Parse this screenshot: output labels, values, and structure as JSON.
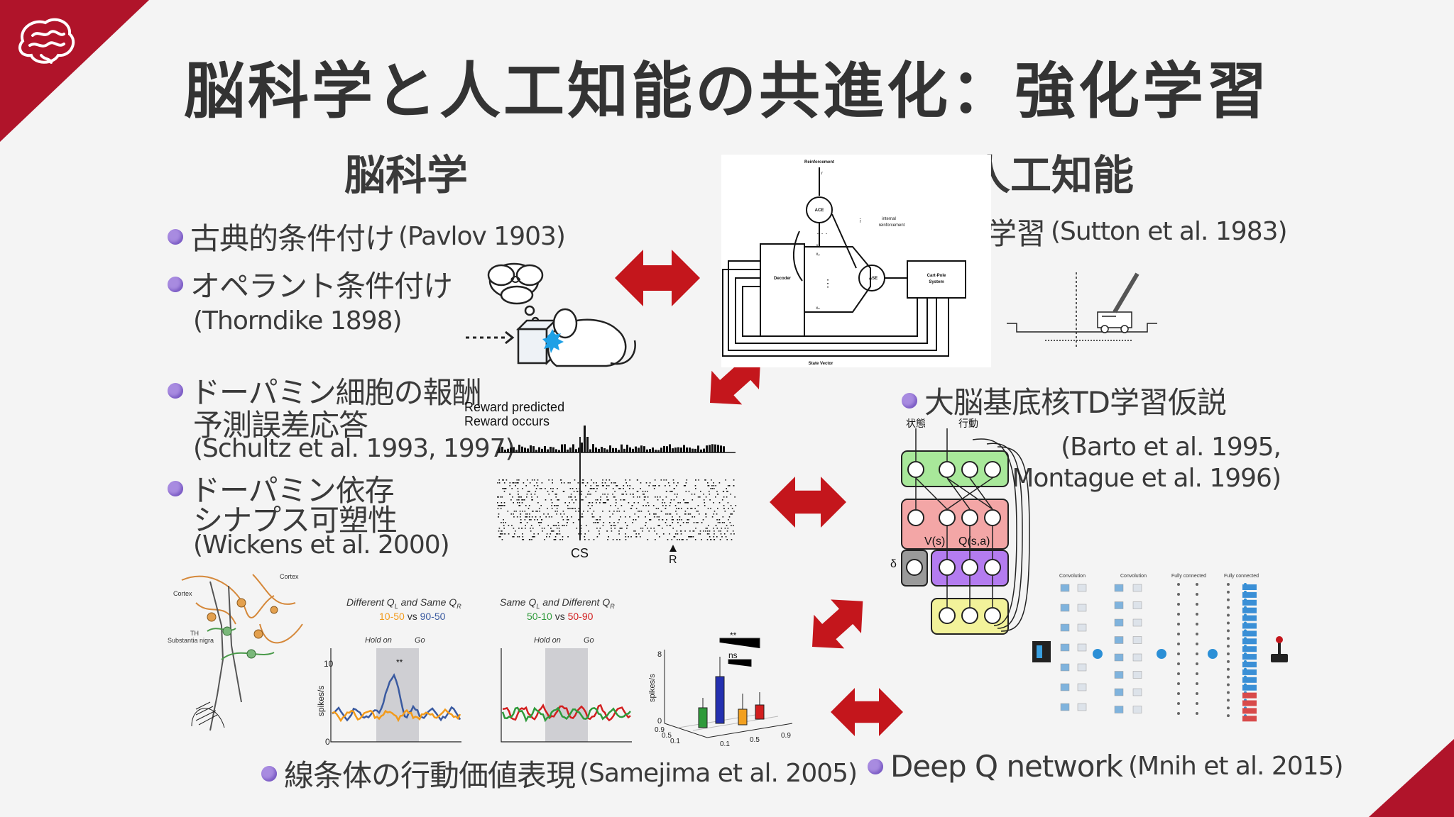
{
  "slide": {
    "title": "脳科学と人工知能の共進化：強化学習",
    "left_heading": "脳科学",
    "right_heading": "人工知能"
  },
  "left": {
    "b1": {
      "text": "古典的条件付け",
      "cite": "(Pavlov 1903)"
    },
    "b2": {
      "text": "オペラント条件付け",
      "cite": "(Thorndike 1898)"
    },
    "b3": {
      "line1": "ドーパミン細胞の報酬",
      "line2": "予測誤差応答",
      "cite": "(Schultz et al. 1993, 1997)"
    },
    "b4": {
      "line1": "ドーパミン依存",
      "line2": "シナプス可塑性",
      "cite": "(Wickens et al. 2000)"
    },
    "b5": {
      "text": "線条体の行動価値表現",
      "cite": "(Samejima et al. 2005)"
    }
  },
  "right": {
    "b1": {
      "text": "TD学習",
      "cite": "(Sutton et al. 1983)"
    },
    "b2": {
      "text": "大脳基底核TD学習仮説",
      "cite1": "(Barto et al. 1995,",
      "cite2": "Montague et al. 1996)"
    },
    "b3": {
      "text": "Deep Q network",
      "cite": "(Mnih et al. 2015)"
    }
  },
  "raster": {
    "label1": "Reward predicted",
    "label2": "Reward occurs",
    "cs": "CS",
    "r": "R"
  },
  "ace_diagram": {
    "reinforcement": "Reinforcement",
    "r": "r",
    "ace": "ACE",
    "ase": "ASE",
    "internal": "internal",
    "reinforcement2": "reinforcement",
    "r_hat": "r̂",
    "decoder": "Decoder",
    "cartpole1": "Cart-Pole",
    "cartpole2": "System",
    "state_vector": "State Vector",
    "x1": "x₁",
    "x2": "x₂",
    "xn": "xₙ",
    "dots": "· · ·",
    "vdots": "⋮"
  },
  "bg_diagram": {
    "state": "状態",
    "action": "行動",
    "v": "V(s)",
    "q": "Q(s,a)",
    "delta": "δ"
  },
  "dqn": {
    "conv1": "Convolution",
    "conv2": "Convolution",
    "fc1": "Fully connected",
    "fc2": "Fully connected"
  },
  "plots": {
    "p1_title": "Different Q",
    "p1_sub": "L",
    "p1_title2": " and Same Q",
    "p1_sub2": "R",
    "p1_legend_a": "10-50",
    "p1_vs": " vs ",
    "p1_legend_b": "90-50",
    "p2_title": "Same Q",
    "p2_sub": "L",
    "p2_title2": "  and Different Q",
    "p2_sub2": "R",
    "p2_legend_a": "50-10",
    "p2_vs": " vs ",
    "p2_legend_b": "50-90",
    "hold_on": "Hold on",
    "go": "Go",
    "ylabel": "spikes/s",
    "y10": "10",
    "y0": "0",
    "sig": "**",
    "ns": "ns",
    "bar_y8": "8",
    "bar_y0": "0",
    "bar_x1": "0.9",
    "bar_x2": "0.5",
    "bar_x3": "0.1",
    "bar_x4": "0.1",
    "bar_x5": "0.5",
    "bar_x6": "0.9"
  },
  "neuro": {
    "cortex_l": "Cortex",
    "cortex_r": "Cortex",
    "th": "TH",
    "sn": "Substantia nigra"
  },
  "colors": {
    "accent": "#b0142a",
    "arrow": "#c4161c",
    "bullet": "#a88be0"
  }
}
